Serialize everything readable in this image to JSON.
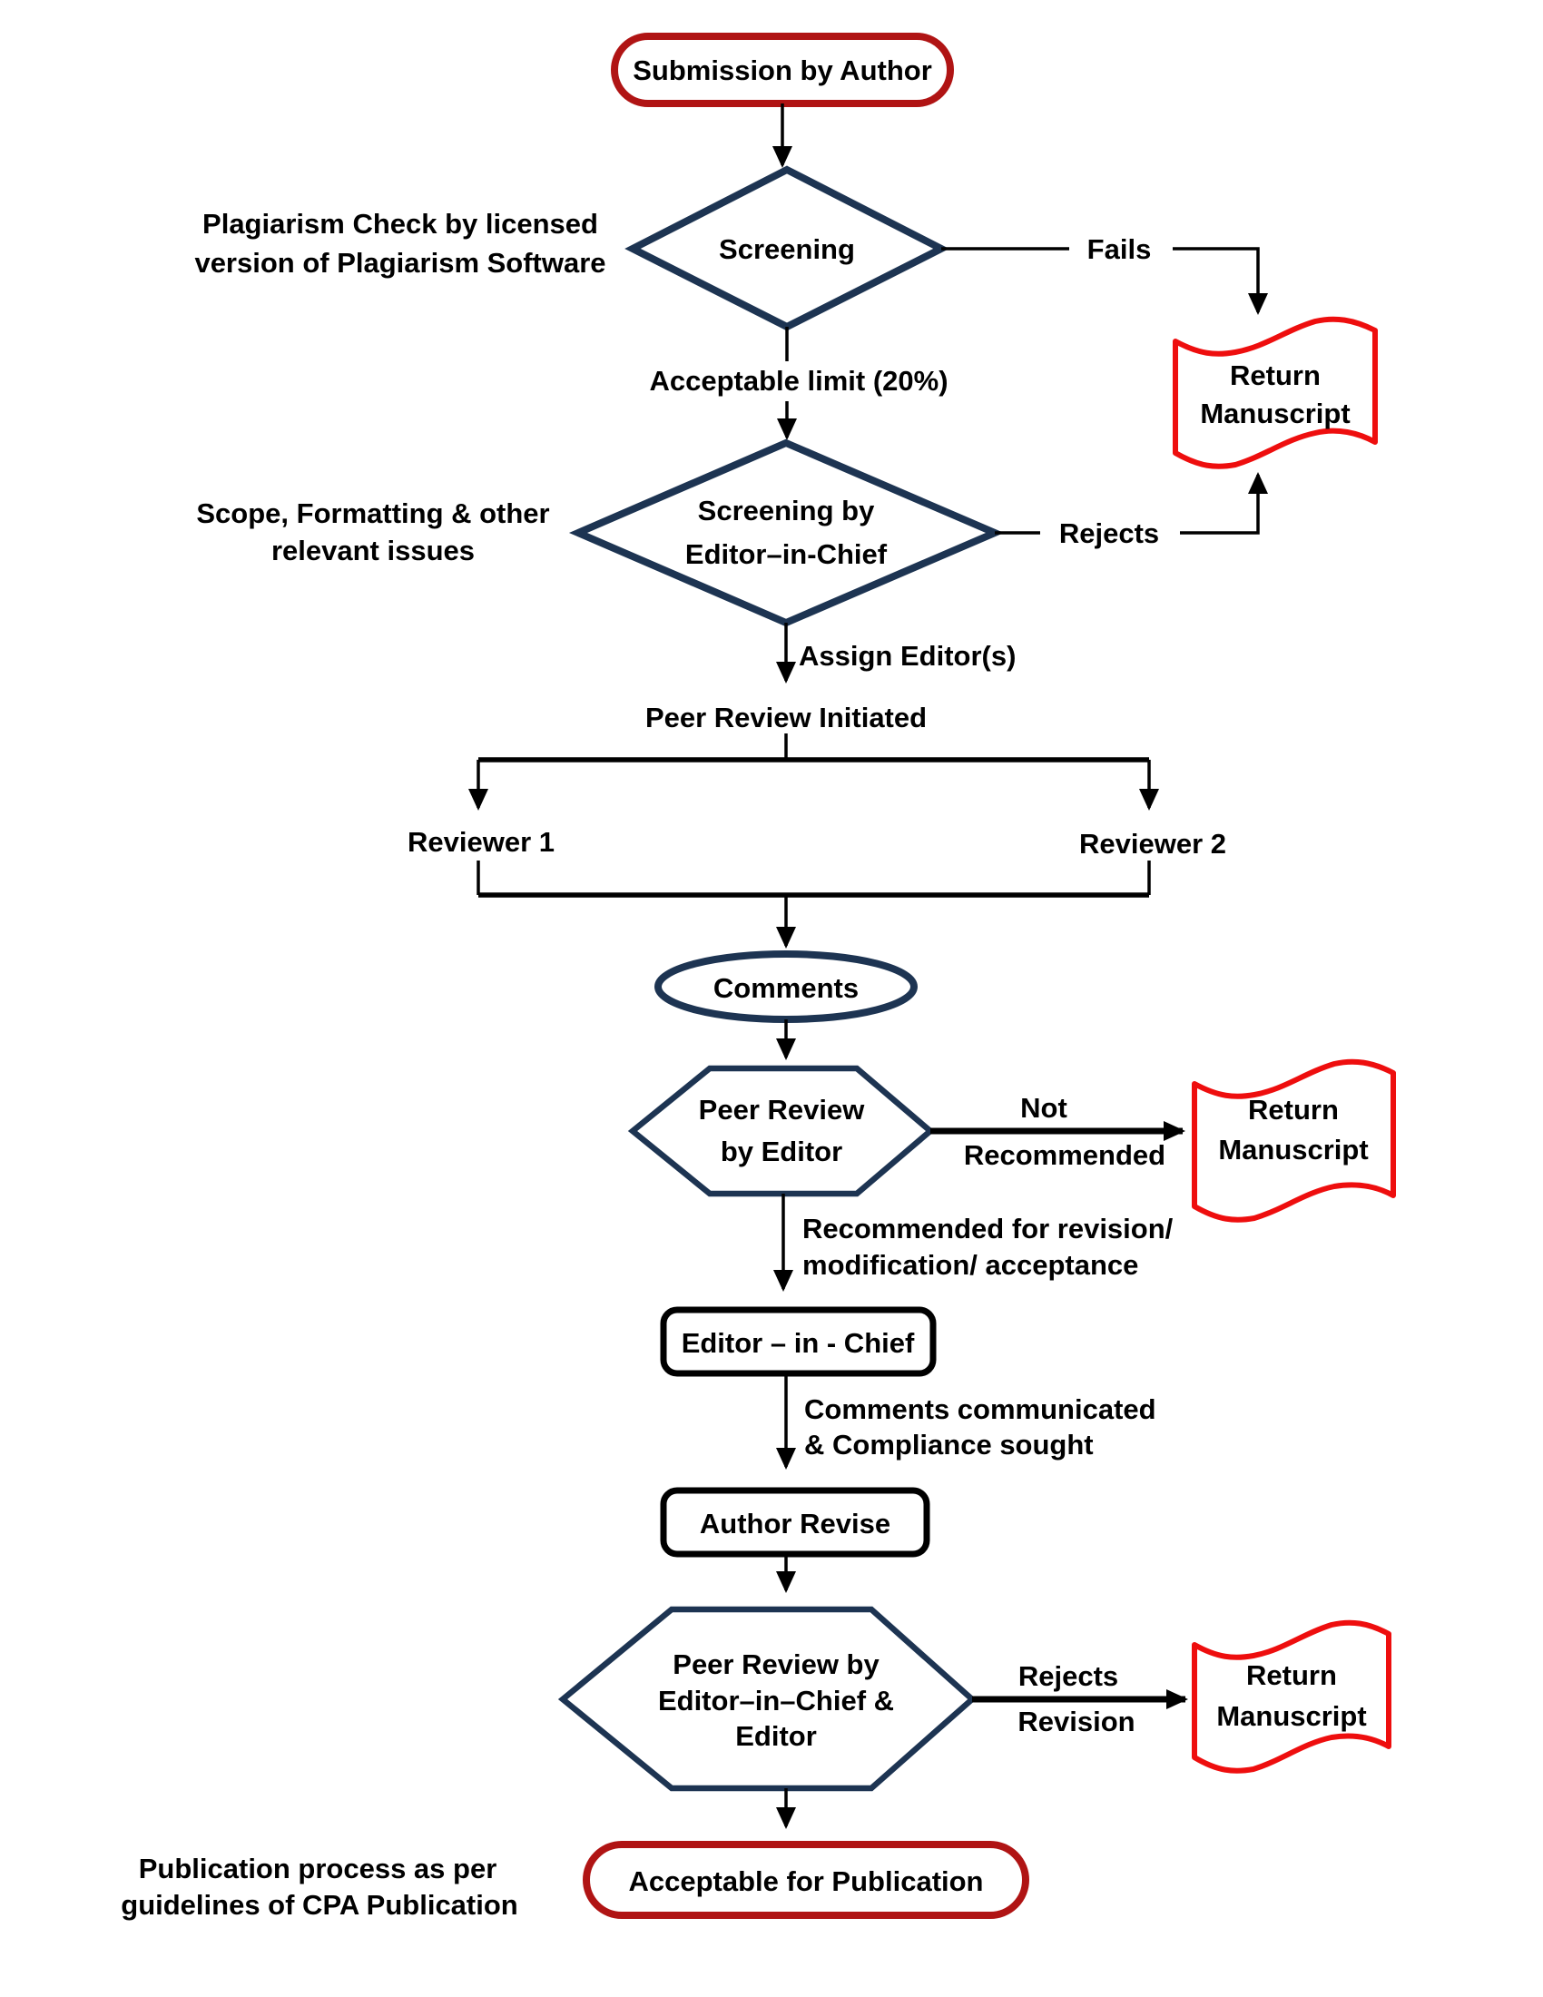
{
  "colors": {
    "shape_navy": "#1d3452",
    "terminator_red": "#b01414",
    "tape_red": "#ee0e0e",
    "line_black": "#000000",
    "background": "#ffffff"
  },
  "nodes": {
    "start": {
      "label": "Submission by Author"
    },
    "screening": {
      "label": "Screening"
    },
    "eic_screening": {
      "line1": "Screening by",
      "line2": "Editor–in-Chief"
    },
    "comments": {
      "label": "Comments"
    },
    "peer_review_editor": {
      "line1": "Peer Review",
      "line2": "by Editor"
    },
    "editor_in_chief": {
      "label": "Editor – in - Chief"
    },
    "author_revise": {
      "label": "Author Revise"
    },
    "final_peer_review": {
      "line1": "Peer Review by",
      "line2": "Editor–in–Chief &",
      "line3": "Editor"
    },
    "end": {
      "label": "Acceptable for Publication"
    },
    "return_manuscript_1": {
      "line1": "Return",
      "line2": "Manuscript"
    },
    "return_manuscript_2": {
      "line1": "Return",
      "line2": "Manuscript"
    },
    "return_manuscript_3": {
      "line1": "Return",
      "line2": "Manuscript"
    }
  },
  "edges": {
    "fails": "Fails",
    "rejects": "Rejects",
    "acceptable_limit": "Acceptable limit (20%)",
    "assign_editors": "Assign Editor(s)",
    "peer_review_initiated": "Peer Review Initiated",
    "reviewer1": "Reviewer 1",
    "reviewer2": "Reviewer 2",
    "not_recommended": {
      "line1": "Not",
      "line2": "Recommended"
    },
    "recommended": {
      "line1": "Recommended for revision/",
      "line2": "modification/ acceptance"
    },
    "comments_communicated": {
      "line1": "Comments communicated",
      "line2": "& Compliance sought"
    },
    "rejects_revision": {
      "line1": "Rejects",
      "line2": "Revision"
    }
  },
  "annotations": {
    "plagiarism": {
      "line1": "Plagiarism Check by licensed",
      "line2": "version of Plagiarism Software"
    },
    "scope": {
      "line1": "Scope, Formatting & other",
      "line2": "relevant issues"
    },
    "footer": {
      "line1": "Publication process as per",
      "line2": "guidelines of CPA Publication"
    }
  }
}
